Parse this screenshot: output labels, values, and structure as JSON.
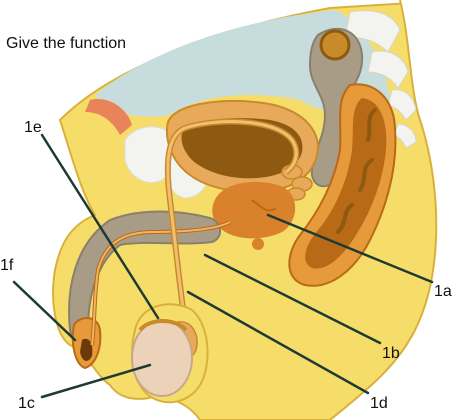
{
  "prompt": "Give the function",
  "labels": {
    "1a": "1a",
    "1b": "1b",
    "1c": "1c",
    "1d": "1d",
    "1e": "1e",
    "1f": "1f"
  },
  "colors": {
    "skin": "#f6dd6a",
    "skin_dark": "#e9c443",
    "bladder_space": "#c7dcdc",
    "bladder": "#c98a2a",
    "bladder_inner": "#8e5a12",
    "prostate": "#d9822b",
    "rectum": "#b86a17",
    "colon_grey": "#a89c86",
    "bone": "#f3f3f0",
    "tube": "#e8a95a",
    "testis": "#ecd2b8",
    "leader": "#1d3b33"
  }
}
